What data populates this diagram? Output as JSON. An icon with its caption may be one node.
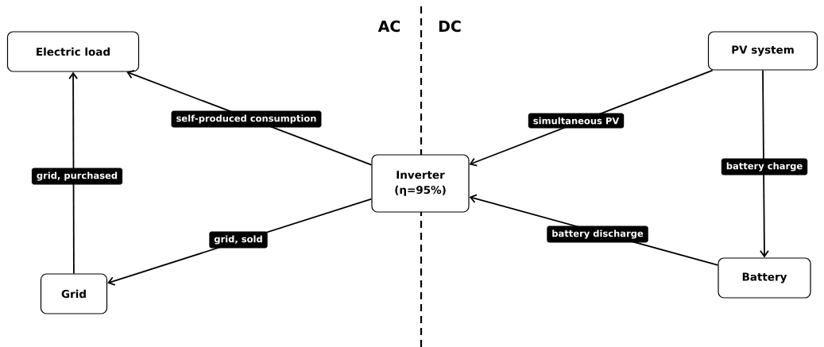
{
  "diagram": {
    "nodes": [
      {
        "text": [
          "Electric load"
        ]
      },
      {
        "text": [
          "PV system"
        ]
      },
      {
        "text": [
          "Inverter",
          "(η=95%)"
        ]
      },
      {
        "text": [
          "Grid"
        ]
      },
      {
        "text": [
          "Battery"
        ]
      }
    ],
    "edges": [
      {
        "from": 2,
        "to": 0,
        "arrow": "to",
        "label": "self-produced consumption"
      },
      {
        "from": 3,
        "to": 0,
        "arrow": "to",
        "label": "grid, purchased"
      },
      {
        "from": 2,
        "to": 3,
        "arrow": "to",
        "label": "grid, sold"
      },
      {
        "from": 1,
        "to": 2,
        "arrow": "to",
        "label": "simultaneous PV"
      },
      {
        "from": 1,
        "to": 4,
        "arrow": "to",
        "label": "battery charge"
      },
      {
        "from": 4,
        "to": 2,
        "arrow": "to",
        "label": "battery discharge"
      }
    ],
    "labels": [
      "AC",
      "DC"
    ]
  }
}
